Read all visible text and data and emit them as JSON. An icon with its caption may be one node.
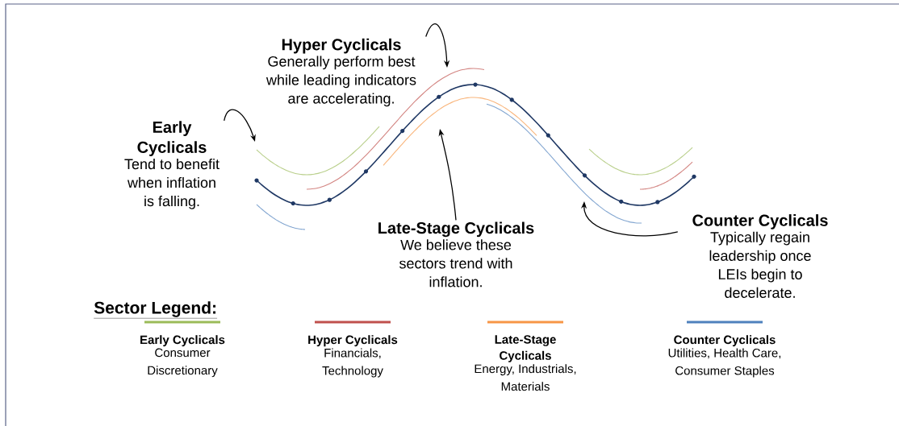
{
  "diagram": {
    "nodes": [
      {
        "text": [
          "Early Cyclicals",
          "Tend to benefit when inflation is falling."
        ]
      },
      {
        "text": [
          "Hyper Cyclicals",
          "Generally perform best while leading indicators are accelerating."
        ]
      },
      {
        "text": [
          "Late-Stage Cyclicals",
          "We believe these sectors trend with inflation."
        ]
      },
      {
        "text": [
          "Counter Cyclicals",
          "Typically regain leadership once LEIs begin to decelerate."
        ]
      }
    ],
    "edges": [
      {
        "from": 0,
        "to": null,
        "arrow": "to"
      },
      {
        "from": 1,
        "to": null,
        "arrow": "to"
      },
      {
        "from": 2,
        "to": null,
        "arrow": "to"
      },
      {
        "from": 3,
        "to": null,
        "arrow": "to"
      }
    ],
    "labels": [
      "Sector Legend:",
      "Consumer Discretionary",
      "Financials, Technology",
      "Energy, Industrials, Materials",
      "Utilities, Health Care, Consumer Staples"
    ],
    "legend": [
      {
        "text": "Early Cyclicals",
        "color": "#9bbb59"
      },
      {
        "text": "Hyper Cyclicals",
        "color": "#c0504d"
      },
      {
        "text": "Late-Stage Cyclicals",
        "color": "#f79646"
      },
      {
        "text": "Counter Cyclicals",
        "color": "#4f81bd"
      }
    ]
  }
}
